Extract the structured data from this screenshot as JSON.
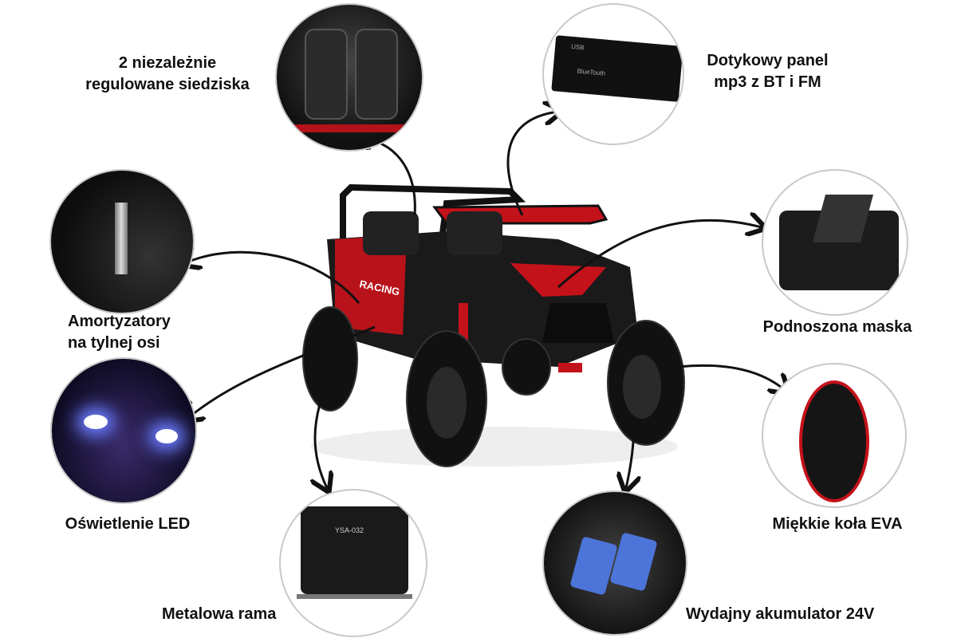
{
  "features": [
    {
      "id": "seats",
      "label_lines": [
        "2 niezależnie",
        "regulowane siedziska"
      ]
    },
    {
      "id": "mp3",
      "label_lines": [
        "Dotykowy panel",
        "mp3 z BT i FM"
      ],
      "panel_text": [
        "USB",
        "BlueTooth"
      ]
    },
    {
      "id": "shocks",
      "label_lines": [
        "Amortyzatory",
        "na tylnej osi"
      ]
    },
    {
      "id": "hood",
      "label_lines": [
        "Podnoszona maska"
      ]
    },
    {
      "id": "led",
      "label_lines": [
        "Oświetlenie LED"
      ]
    },
    {
      "id": "wheels",
      "label_lines": [
        "Miękkie koła EVA"
      ]
    },
    {
      "id": "frame",
      "label_lines": [
        "Metalowa rama"
      ],
      "plate_text": "YSA-032"
    },
    {
      "id": "battery",
      "label_lines": [
        "Wydajny akumulator 24V"
      ]
    }
  ],
  "car": {
    "side_text": "RACING"
  },
  "colors": {
    "accent": "#d0101a",
    "dark": "#151515",
    "border": "#c9c9c9"
  }
}
